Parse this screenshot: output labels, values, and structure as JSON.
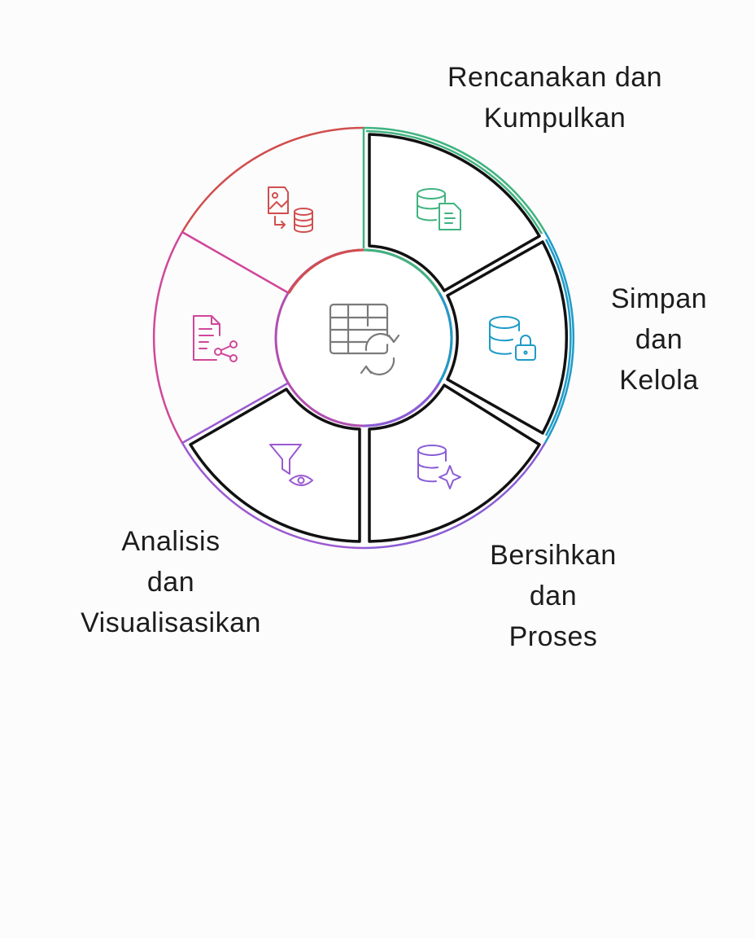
{
  "diagram": {
    "type": "cycle",
    "center_icon": "table-refresh-icon",
    "stages": [
      {
        "id": "plan",
        "lines": [
          "Rencanakan dan",
          "Kumpulkan"
        ],
        "color": "#3fb37f",
        "icon": "database-document-icon",
        "highlighted": true
      },
      {
        "id": "store",
        "lines": [
          "Simpan",
          "dan",
          "Kelola"
        ],
        "color": "#1e9bc7",
        "icon": "database-lock-icon",
        "highlighted": true
      },
      {
        "id": "clean",
        "lines": [
          "Bersihkan",
          "dan",
          "Proses"
        ],
        "color": "#8a5cd6",
        "icon": "database-sparkle-icon",
        "highlighted": true
      },
      {
        "id": "analyze",
        "lines": [
          "Analisis",
          "dan",
          "Visualisasikan"
        ],
        "color": "#9b59d0",
        "icon": "filter-eye-icon",
        "highlighted": true
      },
      {
        "id": "report",
        "lines": [],
        "color": "#d0479a",
        "icon": "document-share-icon",
        "highlighted": false
      },
      {
        "id": "migrate",
        "lines": [],
        "color": "#d14e4e",
        "icon": "image-to-database-icon",
        "highlighted": false
      }
    ]
  }
}
